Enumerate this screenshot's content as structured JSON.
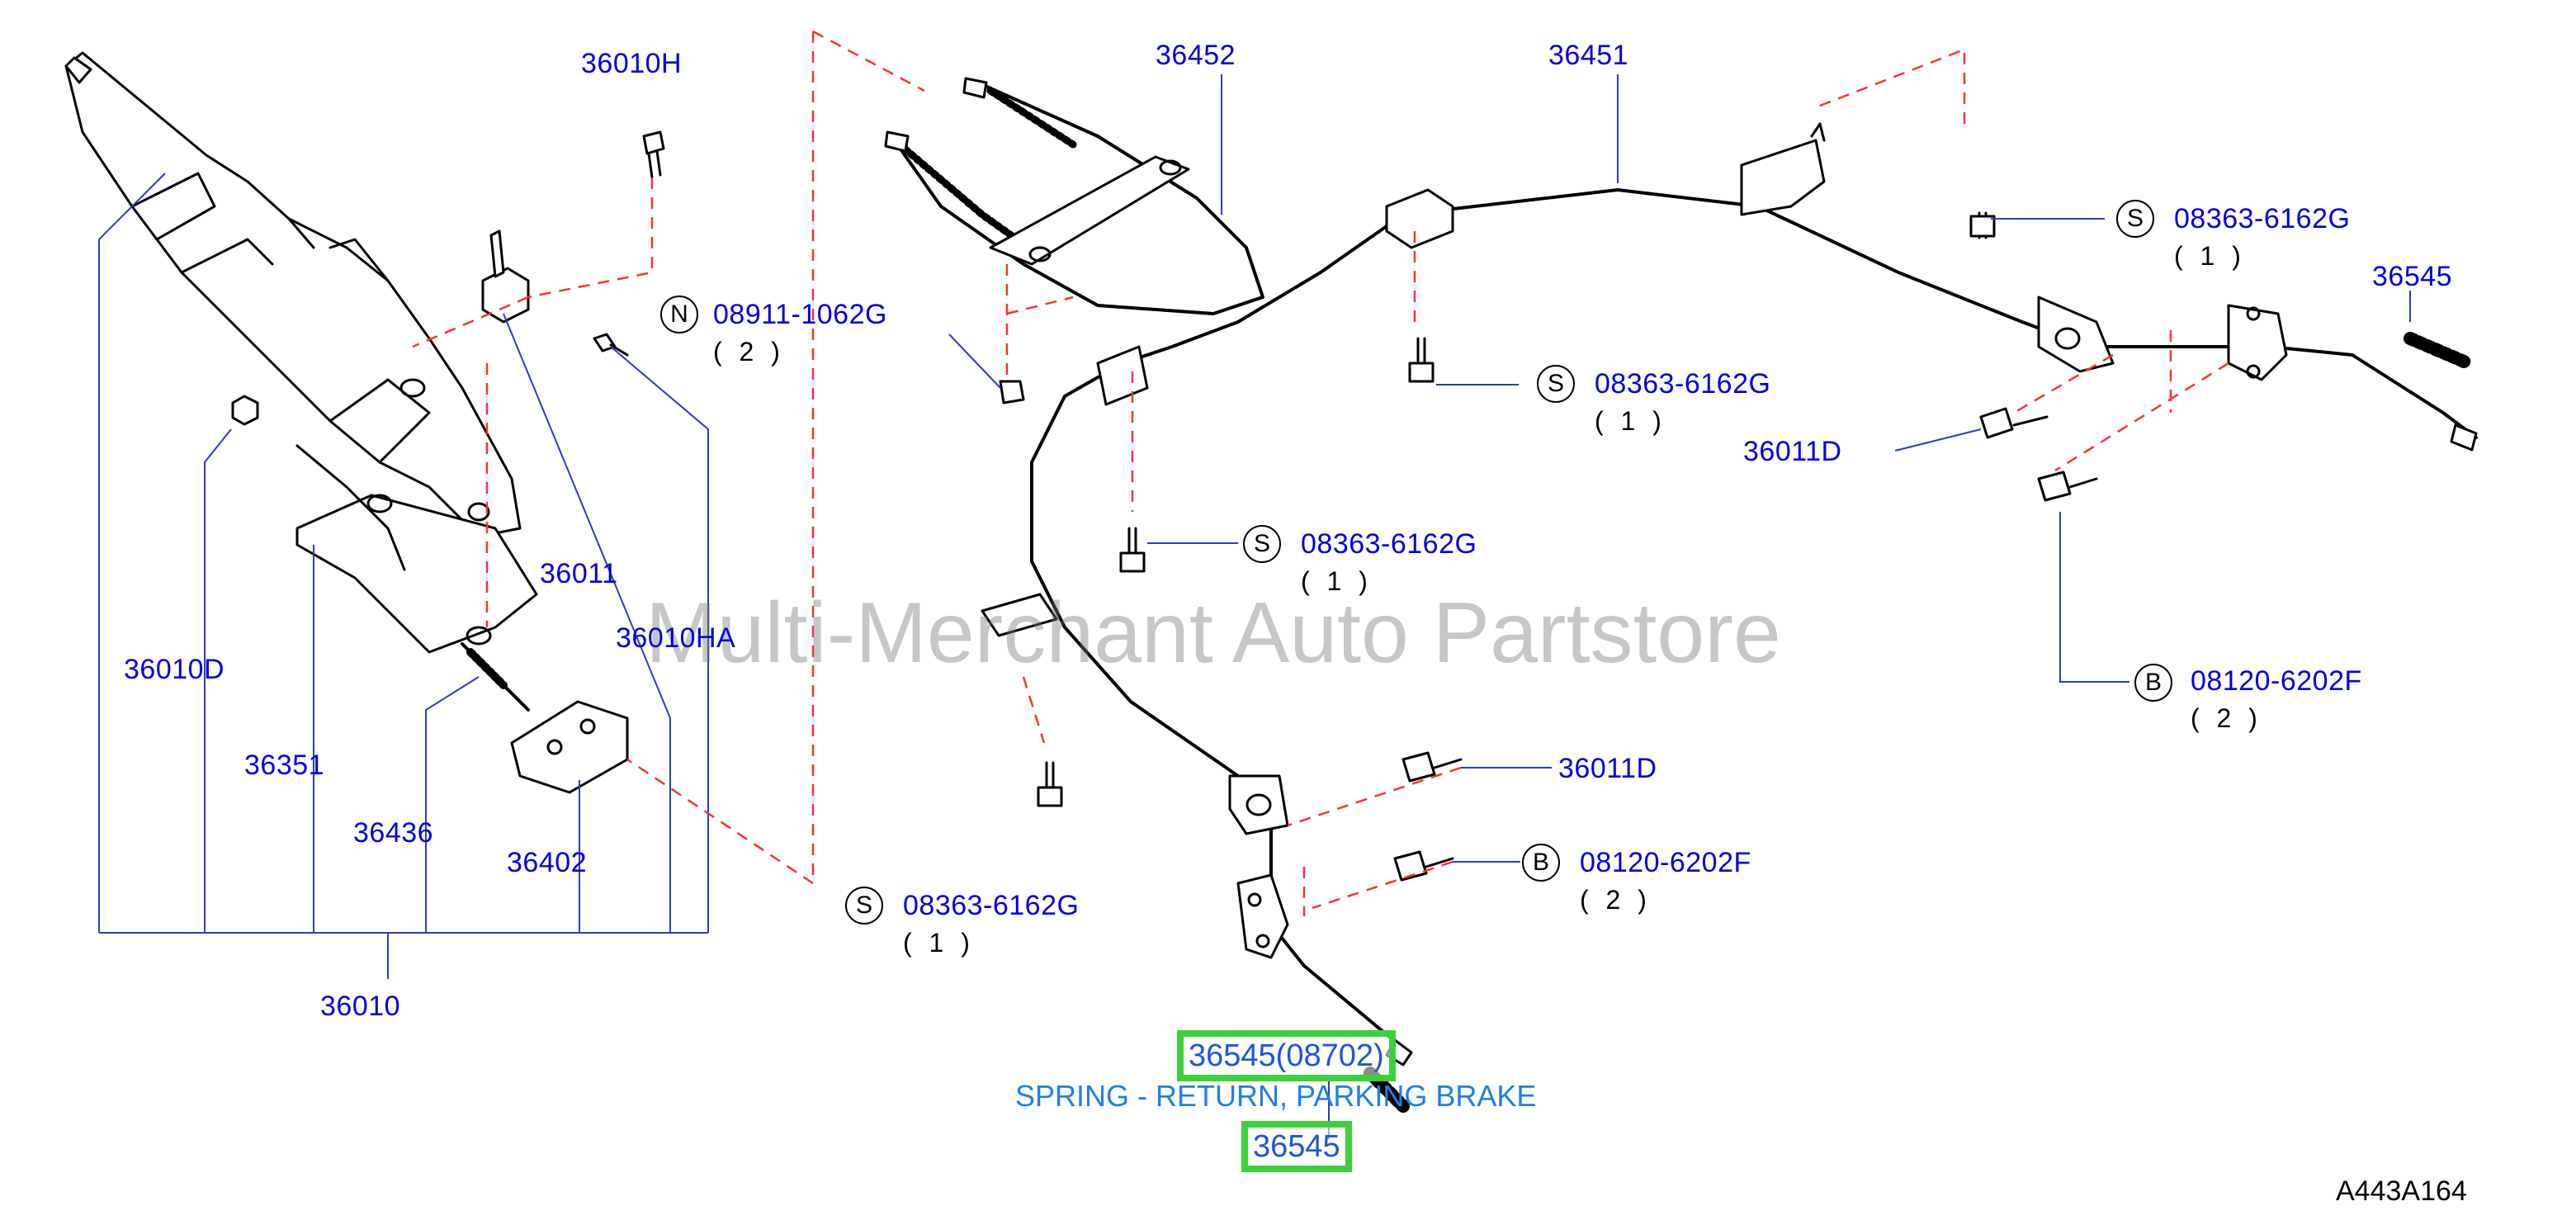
{
  "watermark": "Multi-Merchant Auto Partstore",
  "diagram_code": "A443A164",
  "part_labels": {
    "p36010H": "36010H",
    "p36010D": "36010D",
    "p36351": "36351",
    "p36436": "36436",
    "p36402": "36402",
    "p36010": "36010",
    "p36011": "36011",
    "p36010HA": "36010HA",
    "p36452": "36452",
    "p36451": "36451",
    "p36545_right": "36545",
    "p36011D_right": "36011D",
    "p36011D_mid": "36011D"
  },
  "fasteners": [
    {
      "badge": "N",
      "part": "08911-1062G",
      "qty": "( 2 )"
    },
    {
      "badge": "S",
      "part": "08363-6162G",
      "qty": "( 1 )"
    },
    {
      "badge": "S",
      "part": "08363-6162G",
      "qty": "( 1 )"
    },
    {
      "badge": "S",
      "part": "08363-6162G",
      "qty": "( 1 )"
    },
    {
      "badge": "S",
      "part": "08363-6162G",
      "qty": "( 1 )"
    },
    {
      "badge": "B",
      "part": "08120-6202F",
      "qty": "( 2 )"
    },
    {
      "badge": "B",
      "part": "08120-6202F",
      "qty": "( 2 )"
    }
  ],
  "highlight": {
    "top_label": "36545(08702)",
    "caption": "SPRING - RETURN, PARKING BRAKE",
    "bottom_label": "36545"
  },
  "colors": {
    "label_blue": "#0000dd",
    "leader_red": "#ff3030",
    "highlight_green": "#3ad13a",
    "caption_blue": "#1f7fe8"
  }
}
